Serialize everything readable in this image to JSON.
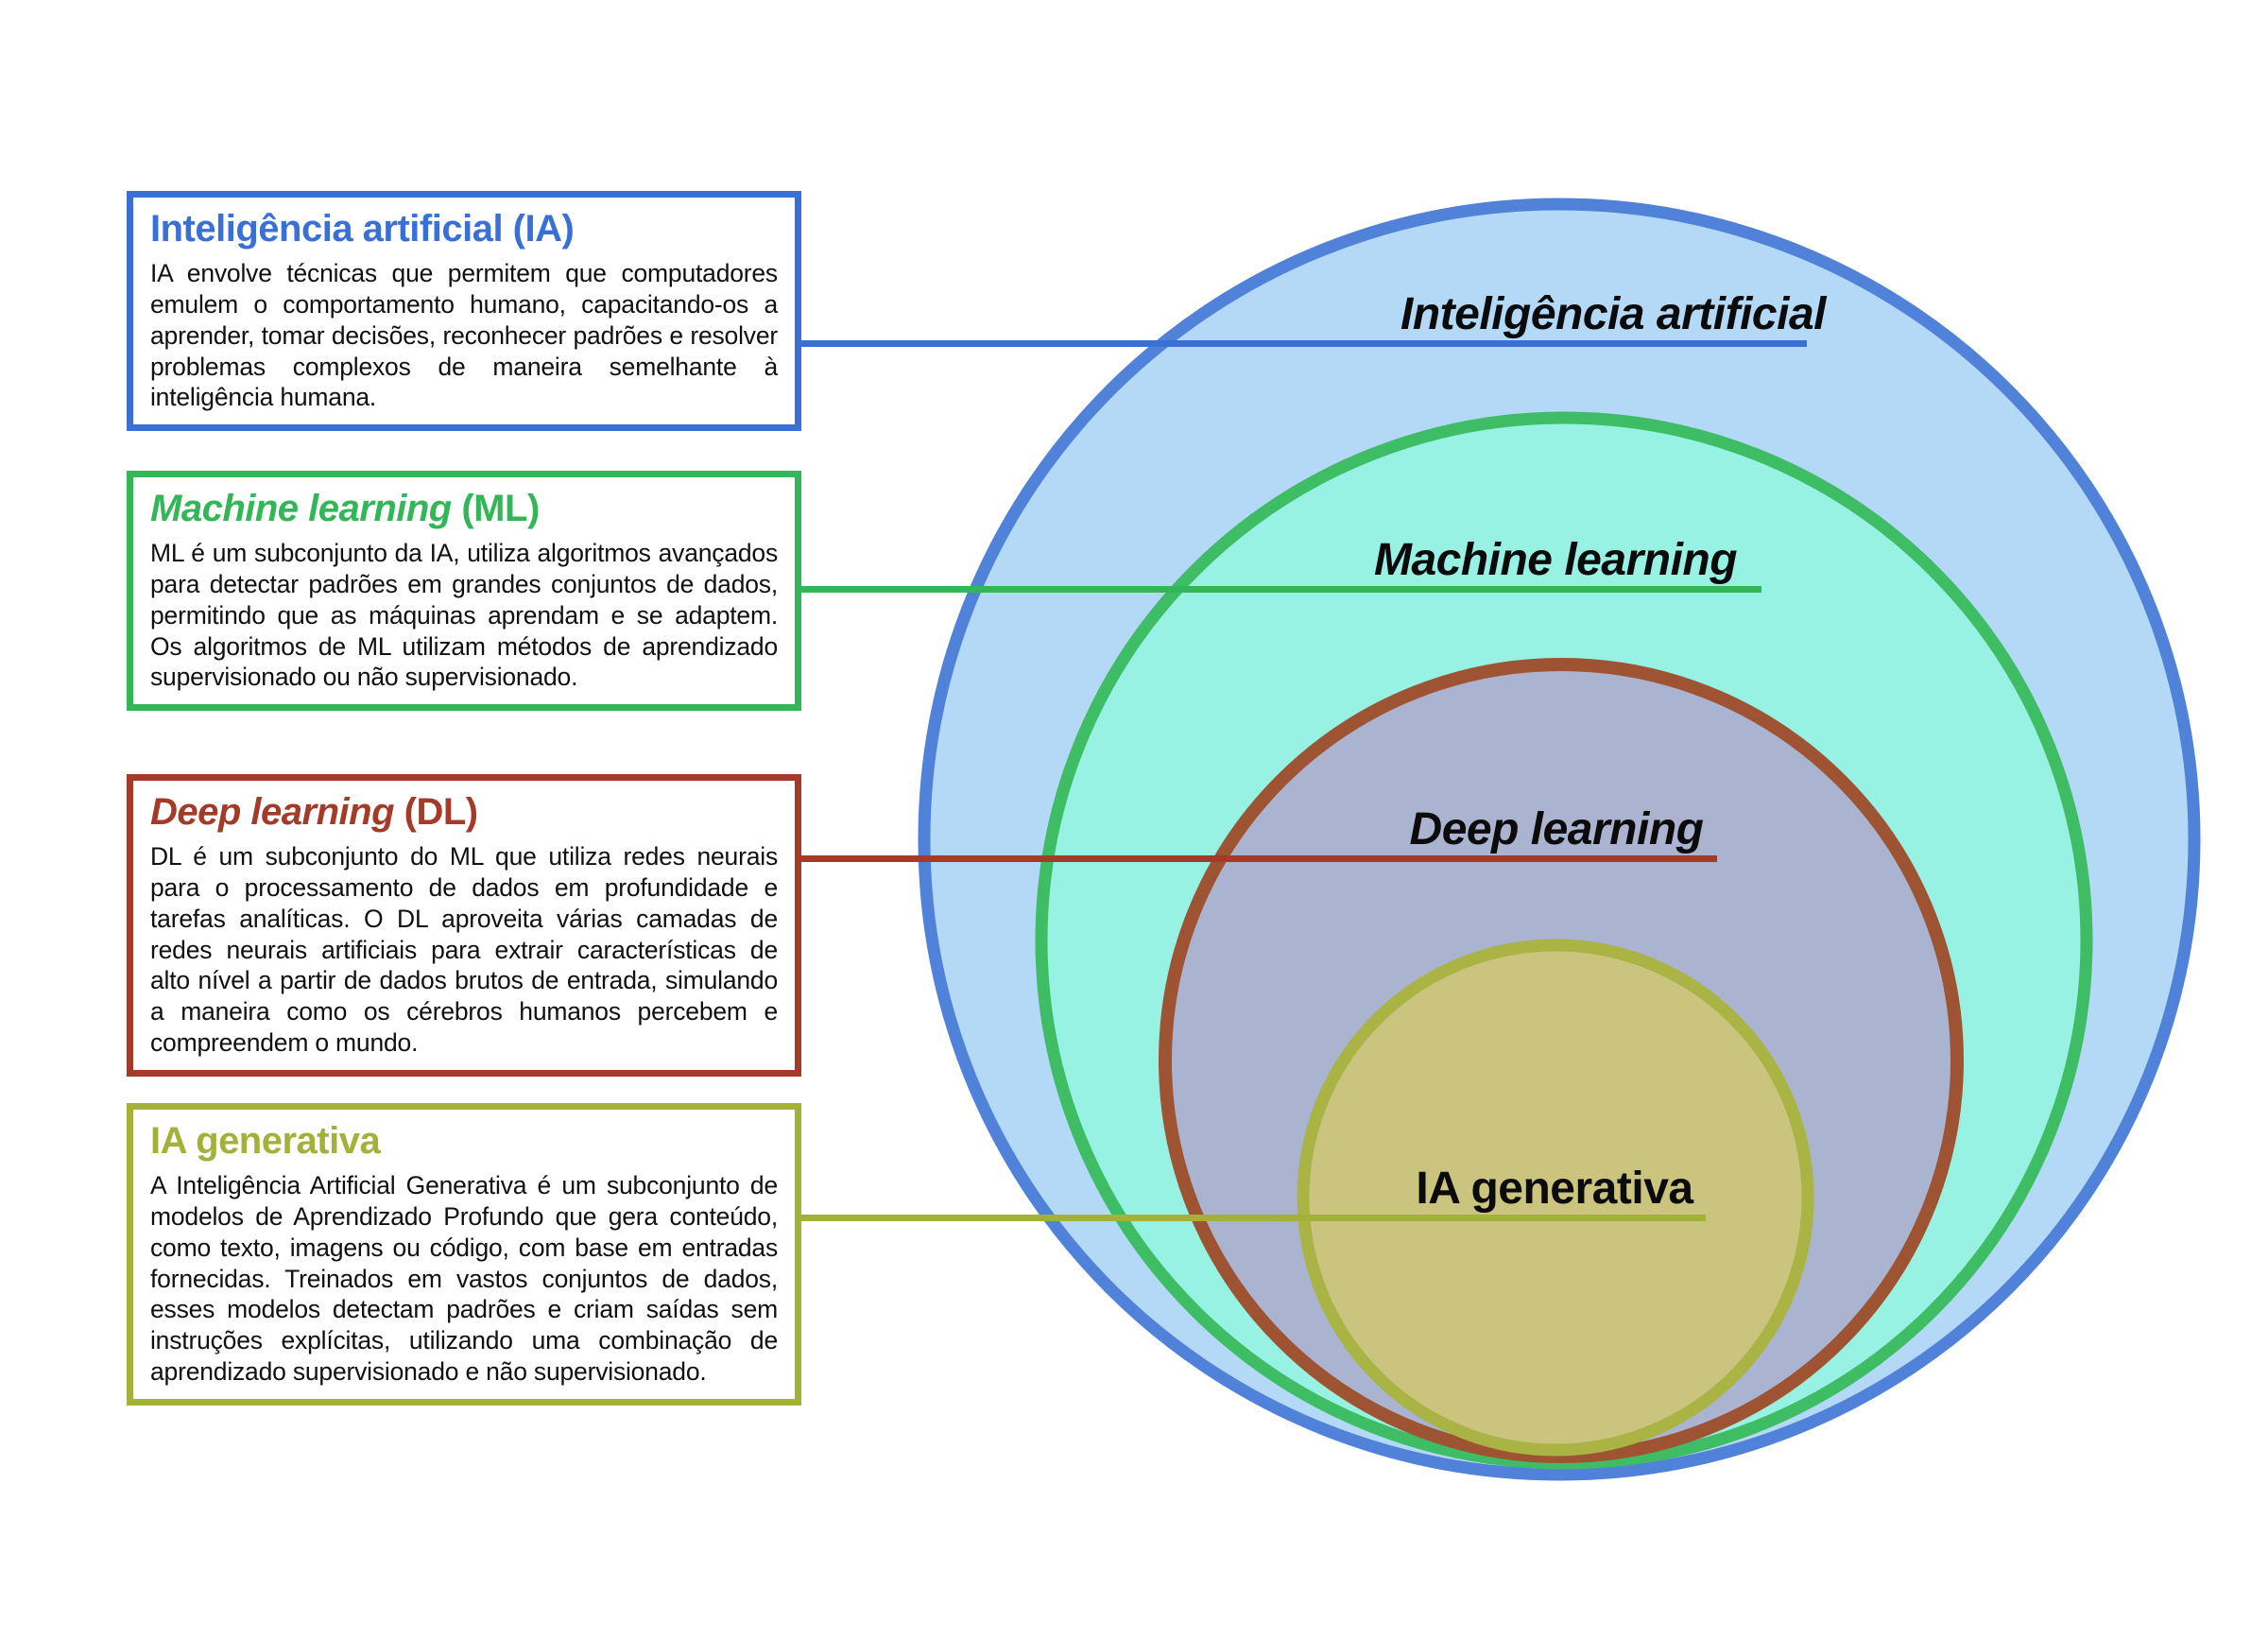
{
  "diagram_title": "Nested Euler diagram: Inteligência artificial > Machine learning > Deep learning > IA generativa",
  "background_color": "#ffffff",
  "boxes": [
    {
      "title_italic": "",
      "title_regular": "Inteligência artificial (IA)",
      "body": "IA envolve técnicas que permitem que computadores emulem o comportamento humano, capacitando-os a aprender, tomar decisões, reconhecer padrões e resolver problemas complexos de maneira semelhante à inteligência humana.",
      "color": "#3a70d6"
    },
    {
      "title_italic": "Machine learning",
      "title_regular": " (ML)",
      "body": "ML é um subconjunto da IA, utiliza algoritmos avançados para detectar padrões em grandes conjuntos de dados, permitindo que as máquinas aprendam e se adaptem. Os algoritmos de ML utilizam métodos de aprendizado supervisionado ou não supervisionado.",
      "color": "#33b657"
    },
    {
      "title_italic": "Deep learning",
      "title_regular": " (DL)",
      "body": "DL é um subconjunto do ML que utiliza redes neurais para o processamento de dados em profundidade e tarefas analíticas. O DL aproveita várias camadas de redes neurais artificiais para extrair características de alto nível a partir de dados brutos de entrada, simulando a maneira como os cérebros humanos percebem e compreendem o mundo.",
      "color": "#a33b28"
    },
    {
      "title_italic": "",
      "title_regular": "IA generativa",
      "body": "A Inteligência Artificial Generativa é um subconjunto de modelos de Aprendizado Profundo que gera conteúdo, como texto, imagens ou código, com base em entradas fornecidas. Treinados em vastos conjuntos de dados, esses modelos detectam padrões e criam saídas sem instruções explícitas, utilizando uma combinação de aprendizado supervisionado e não supervisionado.",
      "color": "#a4b139"
    }
  ],
  "circles": [
    {
      "label": "Inteligência artificial",
      "fill": "#b3d9f7",
      "stroke": "#4f82d8"
    },
    {
      "label": "Machine learning",
      "fill": "#97f2e3",
      "stroke": "#3ebd65"
    },
    {
      "label": "Deep learning",
      "fill": "#aab3cf",
      "stroke": "#9e5432"
    },
    {
      "label": "IA generativa",
      "fill": "#cac47e",
      "stroke": "#a9b445"
    }
  ]
}
